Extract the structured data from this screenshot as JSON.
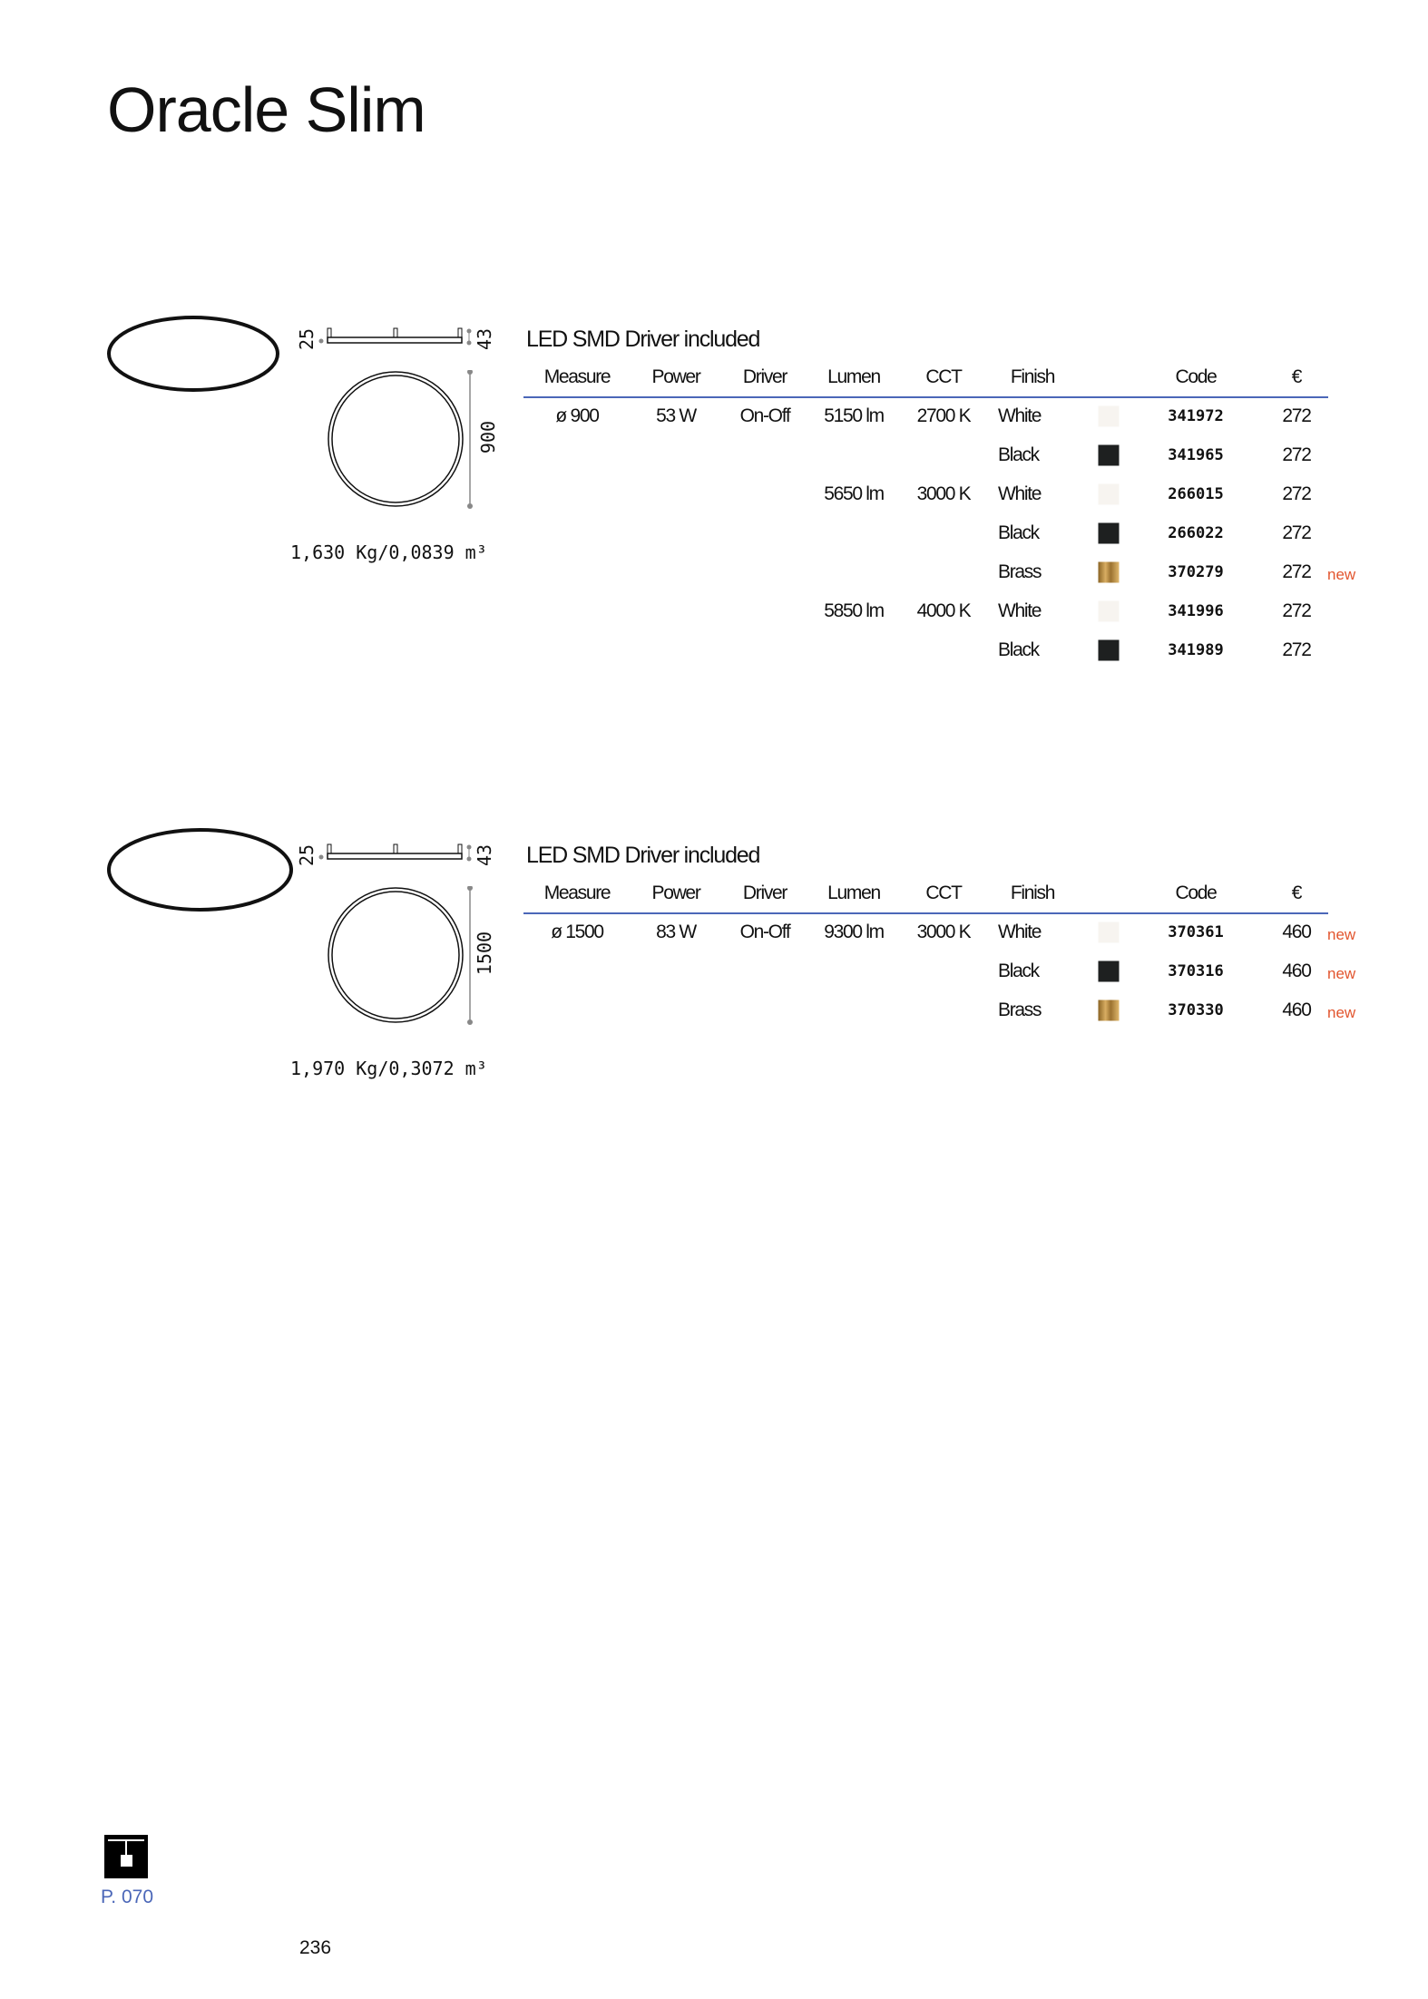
{
  "title": "Oracle Slim",
  "colors": {
    "accent": "#4b67b8",
    "new": "#e2552e",
    "white": "#f7f4f0",
    "black": "#1e2020",
    "brass": "#b8893e"
  },
  "headers": [
    "Measure",
    "Power",
    "Driver",
    "Lumen",
    "CCT",
    "Finish",
    "Code",
    "€"
  ],
  "sections": [
    {
      "heading": "LED SMD  Driver included",
      "dims": {
        "height_left": "25",
        "height_right": "43",
        "diameter": "900"
      },
      "weight": "1,630 Kg/0,0839 m³",
      "rows": [
        {
          "measure": "ø 900",
          "power": "53 W",
          "driver": "On-Off",
          "lumen": "5150 lm",
          "cct": "2700 K",
          "finish": "White",
          "swatch": "white",
          "code": "341972",
          "price": "272",
          "badge": ""
        },
        {
          "measure": "",
          "power": "",
          "driver": "",
          "lumen": "",
          "cct": "",
          "finish": "Black",
          "swatch": "black",
          "code": "341965",
          "price": "272",
          "badge": ""
        },
        {
          "measure": "",
          "power": "",
          "driver": "",
          "lumen": "5650 lm",
          "cct": "3000 K",
          "finish": "White",
          "swatch": "white",
          "code": "266015",
          "price": "272",
          "badge": ""
        },
        {
          "measure": "",
          "power": "",
          "driver": "",
          "lumen": "",
          "cct": "",
          "finish": "Black",
          "swatch": "black",
          "code": "266022",
          "price": "272",
          "badge": ""
        },
        {
          "measure": "",
          "power": "",
          "driver": "",
          "lumen": "",
          "cct": "",
          "finish": "Brass",
          "swatch": "brass",
          "code": "370279",
          "price": "272",
          "badge": "new"
        },
        {
          "measure": "",
          "power": "",
          "driver": "",
          "lumen": "5850 lm",
          "cct": "4000 K",
          "finish": "White",
          "swatch": "white",
          "code": "341996",
          "price": "272",
          "badge": ""
        },
        {
          "measure": "",
          "power": "",
          "driver": "",
          "lumen": "",
          "cct": "",
          "finish": "Black",
          "swatch": "black",
          "code": "341989",
          "price": "272",
          "badge": ""
        }
      ]
    },
    {
      "heading": "LED SMD  Driver included",
      "dims": {
        "height_left": "25",
        "height_right": "43",
        "diameter": "1500"
      },
      "weight": "1,970 Kg/0,3072 m³",
      "rows": [
        {
          "measure": "ø 1500",
          "power": "83 W",
          "driver": "On-Off",
          "lumen": "9300 lm",
          "cct": "3000 K",
          "finish": "White",
          "swatch": "white",
          "code": "370361",
          "price": "460",
          "badge": "new"
        },
        {
          "measure": "",
          "power": "",
          "driver": "",
          "lumen": "",
          "cct": "",
          "finish": "Black",
          "swatch": "black",
          "code": "370316",
          "price": "460",
          "badge": "new"
        },
        {
          "measure": "",
          "power": "",
          "driver": "",
          "lumen": "",
          "cct": "",
          "finish": "Brass",
          "swatch": "brass",
          "code": "370330",
          "price": "460",
          "badge": "new"
        }
      ]
    }
  ],
  "footer": {
    "page_ref": "P. 070",
    "page_number": "236",
    "category_icon": "pendant-lamp-icon"
  }
}
